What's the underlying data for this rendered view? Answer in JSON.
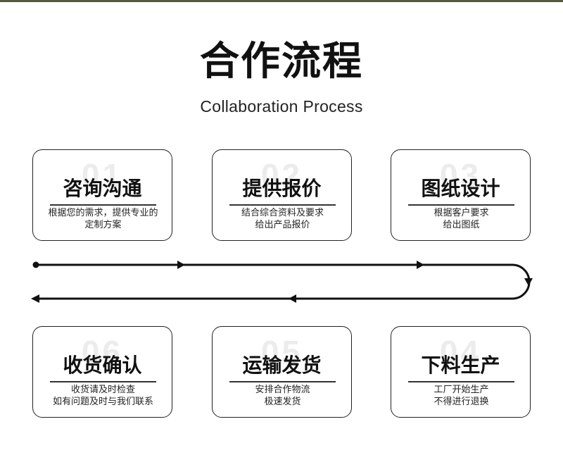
{
  "header": {
    "title": "合作流程",
    "subtitle": "Collaboration Process"
  },
  "steps": [
    {
      "num": "01",
      "title": "咨询沟通",
      "desc_line1": "根据您的需求，提供专业的",
      "desc_line2": "定制方案"
    },
    {
      "num": "02",
      "title": "提供报价",
      "desc_line1": "结合综合资料及要求",
      "desc_line2": "给出产品报价"
    },
    {
      "num": "03",
      "title": "图纸设计",
      "desc_line1": "根据客户要求",
      "desc_line2": "给出图纸"
    },
    {
      "num": "04",
      "title": "下料生产",
      "desc_line1": "工厂开始生产",
      "desc_line2": "不得进行退换"
    },
    {
      "num": "05",
      "title": "运输发货",
      "desc_line1": "安排合作物流",
      "desc_line2": "极速发货"
    },
    {
      "num": "06",
      "title": "收货确认",
      "desc_line1": "收货请及时检查",
      "desc_line2": "如有问题及时与我们联系"
    }
  ],
  "colors": {
    "line": "#111111",
    "card_border": "#222222",
    "number_watermark": "#ececec",
    "top_rule": "#555a3c"
  }
}
